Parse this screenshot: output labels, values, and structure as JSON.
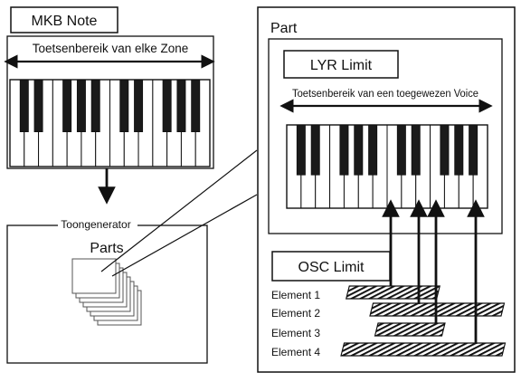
{
  "mkb_note": {
    "title": "MKB Note",
    "range_label": "Toetsenbereik van elke Zone"
  },
  "tone_generator": {
    "label": "Toongenerator",
    "parts_label": "Parts"
  },
  "part_panel": {
    "title": "Part",
    "lyr_limit": {
      "title": "LYR Limit",
      "range_label": "Toetsenbereik van een toegewezen Voice"
    },
    "osc_limit": {
      "title": "OSC Limit"
    },
    "elements": [
      {
        "label": "Element 1"
      },
      {
        "label": "Element 2"
      },
      {
        "label": "Element 3"
      },
      {
        "label": "Element 4"
      }
    ]
  },
  "colors": {
    "line": "#111111",
    "background": "#ffffff",
    "black_key": "#1a1a1a"
  }
}
